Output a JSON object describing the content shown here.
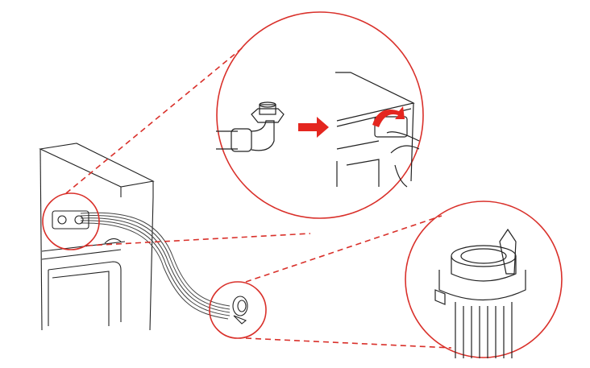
{
  "colors": {
    "callout": "#d9302a",
    "line": "#222222",
    "arrow": "#e4261f",
    "background": "#ffffff"
  },
  "icons": [
    "washer-illustration",
    "inlet-hose-connection",
    "tap-adapter",
    "rotate-arrow",
    "direction-arrow",
    "hose-connector"
  ]
}
